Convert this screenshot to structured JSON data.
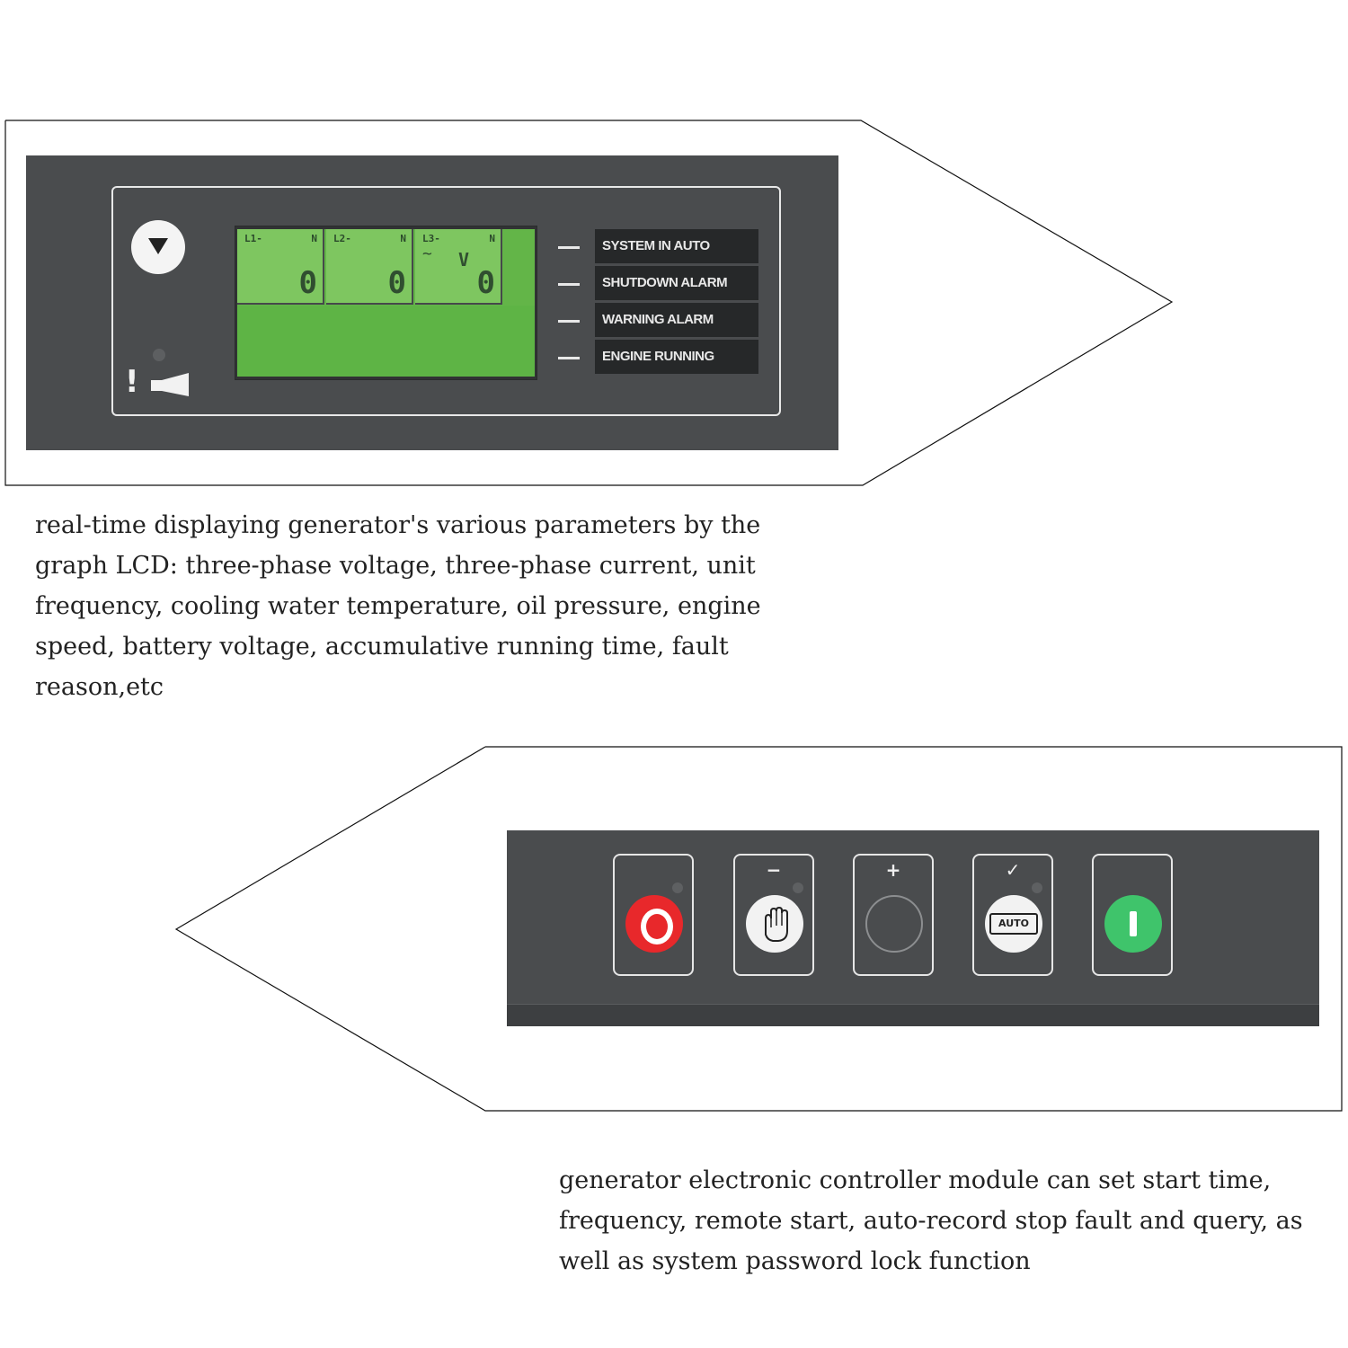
{
  "lcd": {
    "cells": [
      {
        "label": "L1-",
        "neutral": "N",
        "unit": "",
        "value": "0"
      },
      {
        "label": "L2-",
        "neutral": "N",
        "unit": "",
        "value": "0"
      },
      {
        "label": "L3-",
        "neutral": "N",
        "unit": "V",
        "value": "0"
      }
    ]
  },
  "indicators": [
    {
      "label": "SYSTEM IN AUTO"
    },
    {
      "label": "SHUTDOWN ALARM"
    },
    {
      "label": "WARNING ALARM"
    },
    {
      "label": "ENGINE RUNNING"
    }
  ],
  "alarm": {
    "mark": "!"
  },
  "captions": {
    "top": "real-time displaying generator's various parameters by the graph LCD: three-phase voltage, three-phase current, unit frequency, cooling water temperature, oil pressure, engine speed, battery voltage, accumulative running time, fault reason,etc",
    "bottom": "generator electronic controller module can set start time, frequency, remote start, auto-record stop fault and query, as well as system password lock function"
  },
  "keys": [
    {
      "symbol": "",
      "icon": "stop-icon",
      "color": "#e8282b"
    },
    {
      "symbol": "−",
      "icon": "hand-manual-icon",
      "color": "#f2f2f2"
    },
    {
      "symbol": "+",
      "icon": "empty-circle-icon",
      "color": "#4a4c4e"
    },
    {
      "symbol": "✓",
      "icon": "auto-icon",
      "label": "AUTO",
      "color": "#f2f2f2"
    },
    {
      "symbol": "",
      "icon": "start-icon",
      "color": "#3fc46b"
    }
  ],
  "colors": {
    "panel": "#4a4c4e",
    "lcd_green": "#7ec660",
    "stop_red": "#e8282b",
    "start_green": "#3fc46b"
  }
}
